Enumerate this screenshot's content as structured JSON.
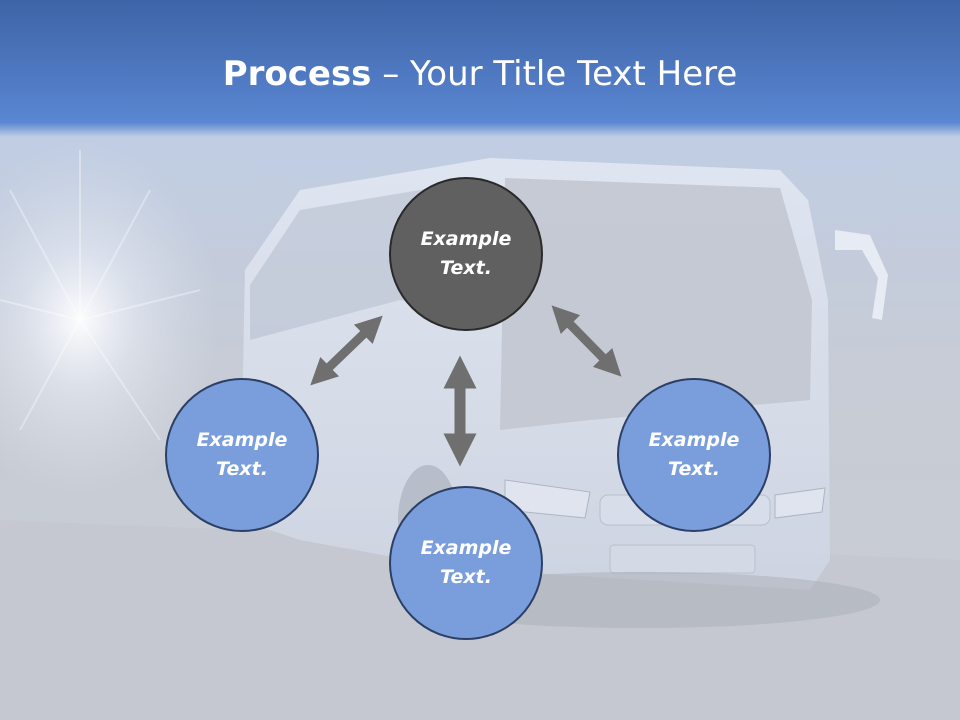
{
  "slide": {
    "title_bold": "Process",
    "title_rest": " – Your Title Text Here"
  },
  "diagram": {
    "nodes": [
      {
        "id": "top",
        "label_line1": "Example",
        "label_line2": "Text.",
        "color": "#606060"
      },
      {
        "id": "left",
        "label_line1": "Example",
        "label_line2": "Text.",
        "color": "#7a9ddc"
      },
      {
        "id": "bottom",
        "label_line1": "Example",
        "label_line2": "Text.",
        "color": "#7a9ddc"
      },
      {
        "id": "right",
        "label_line1": "Example",
        "label_line2": "Text.",
        "color": "#7a9ddc"
      }
    ],
    "connectors": [
      {
        "from": "top",
        "to": "left",
        "type": "double-arrow"
      },
      {
        "from": "top",
        "to": "right",
        "type": "double-arrow"
      },
      {
        "from": "top",
        "to": "bottom",
        "type": "double-arrow"
      }
    ]
  },
  "colors": {
    "header_blue": "#4a78c8",
    "arrow_gray": "#6f6f6f",
    "background_gray": "#c9ccd2"
  }
}
